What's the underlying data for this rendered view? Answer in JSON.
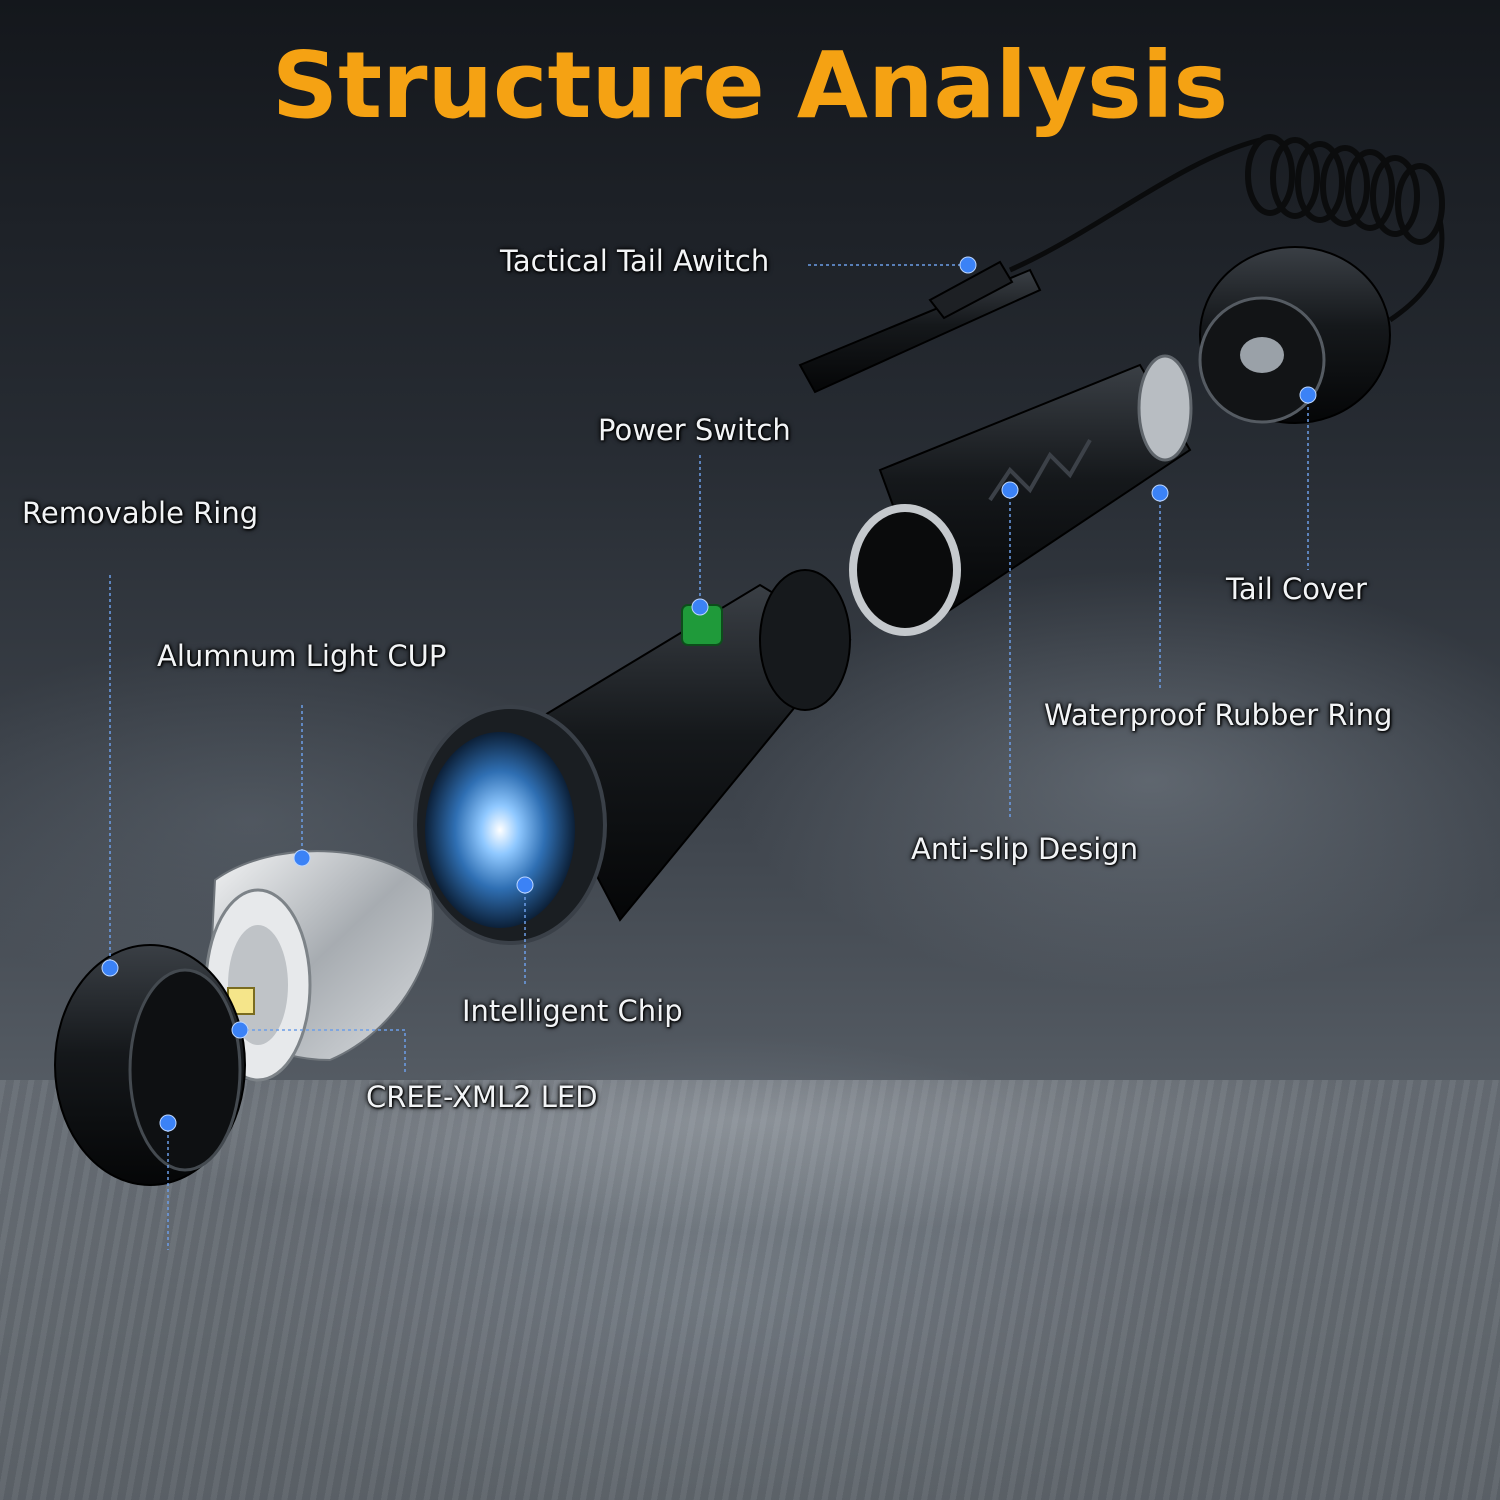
{
  "title": "Structure Analysis",
  "labels": {
    "tactical_tail_switch": "Tactical Tail Awitch",
    "power_switch": "Power Switch",
    "removable_ring": "Removable Ring",
    "tail_cover": "Tail Cover",
    "aluminum_light_cup": "Alumnum Light CUP",
    "waterproof_rubber_ring": "Waterproof Rubber Ring",
    "anti_slip_design": "Anti-slip Design",
    "intelligent_chip": "Intelligent Chip",
    "cree_led": "CREE-XML2 LED"
  },
  "colors": {
    "title": "#f5a213",
    "callout_dot": "#3b82f6",
    "power_button": "#1f9a3a"
  }
}
